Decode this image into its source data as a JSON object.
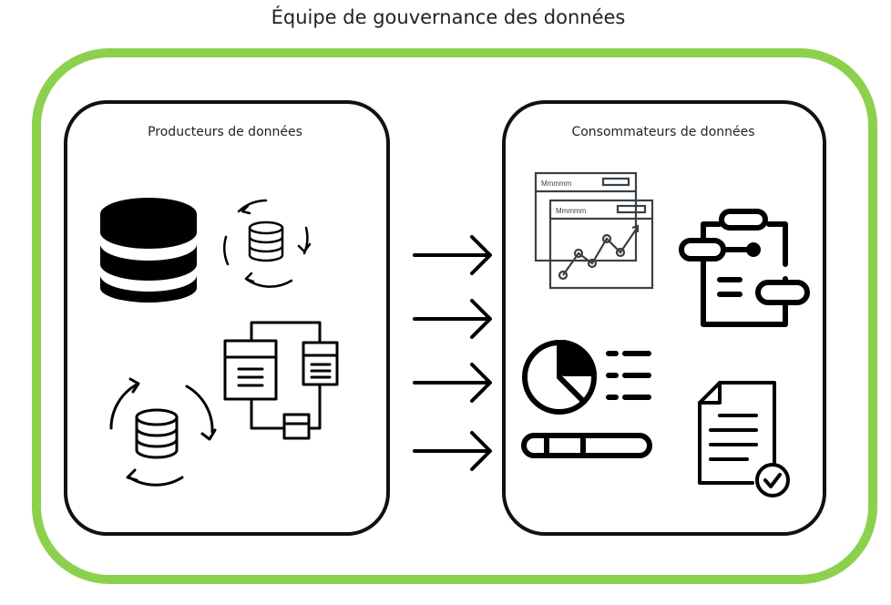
{
  "title": "Équipe de gouvernance des données",
  "producers": {
    "label": "Producteurs de données"
  },
  "consumers": {
    "label": "Consommateurs de données"
  },
  "dashboard": {
    "window_back_label": "Mmmmm",
    "window_front_label": "Mmmmm"
  },
  "colors": {
    "team_border": "#8cd14e",
    "box_border": "#111111"
  }
}
